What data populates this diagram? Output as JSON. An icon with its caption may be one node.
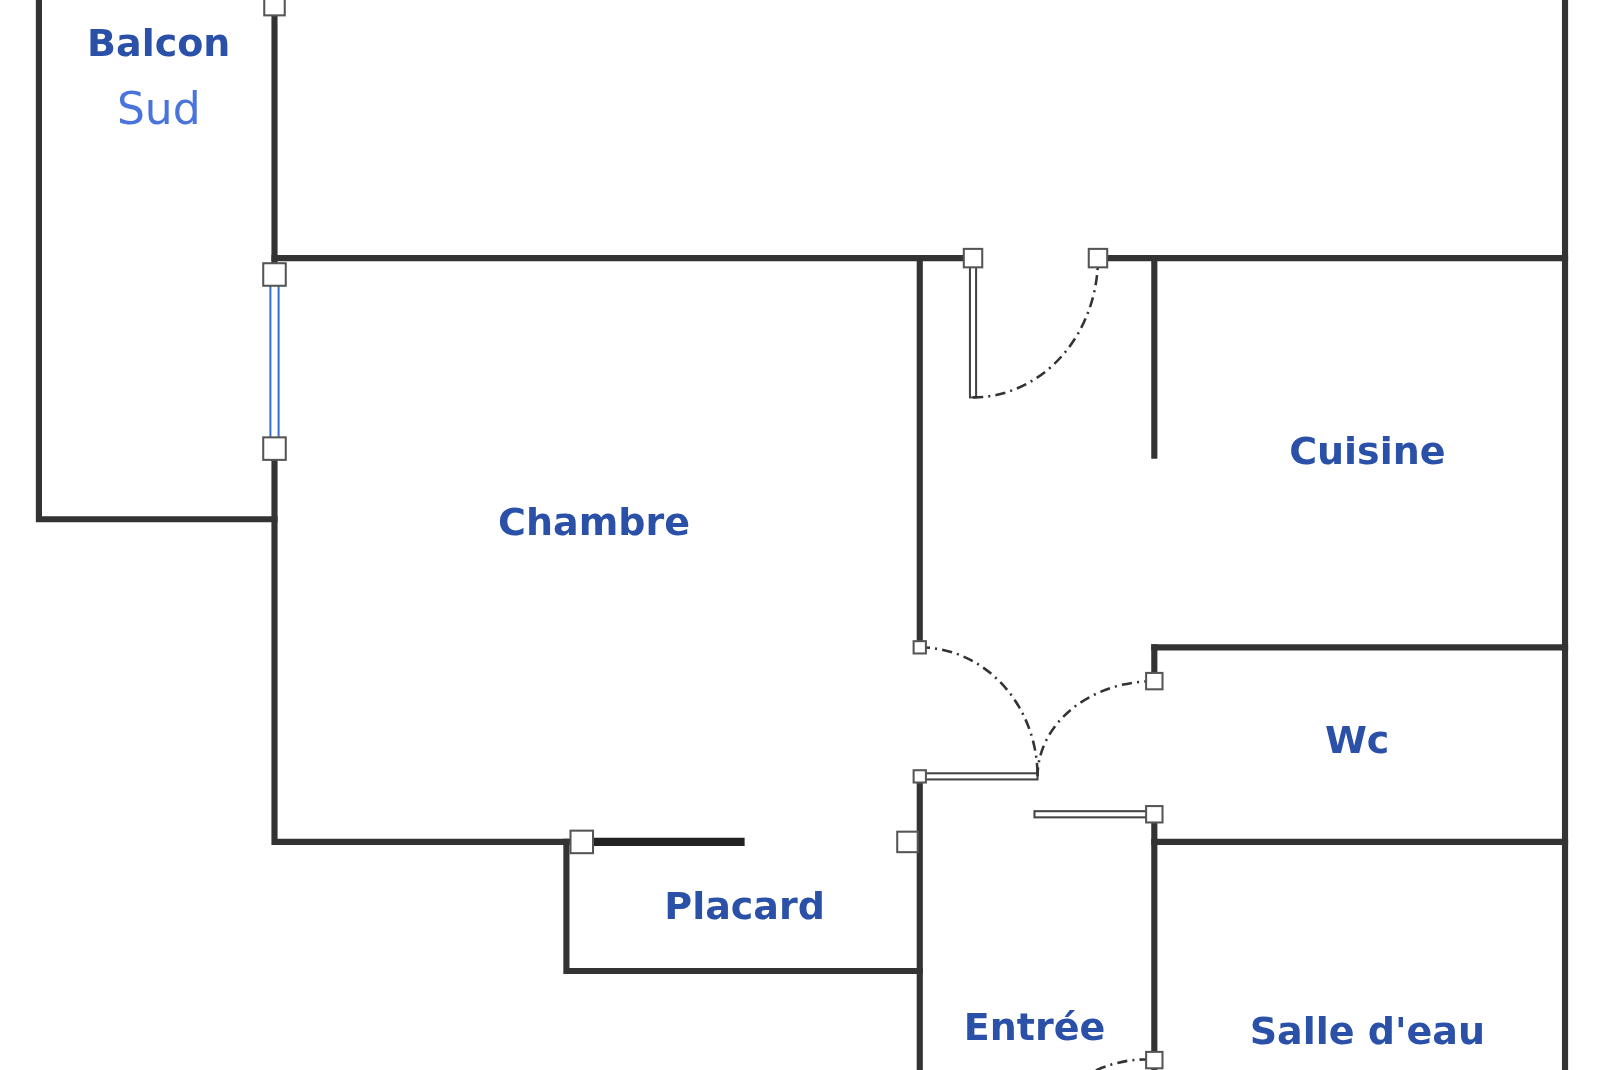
{
  "diagram": {
    "labels": [
      "Balcon",
      "Sud",
      "Chambre",
      "Cuisine",
      "Wc",
      "Placard",
      "Entrée",
      "Salle d'eau"
    ]
  }
}
